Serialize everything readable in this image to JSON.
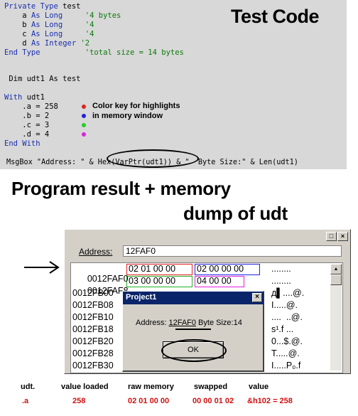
{
  "code": {
    "title": "Test Code",
    "lines": [
      {
        "kw": "Private Type",
        "rest": " test",
        "comment": ""
      },
      {
        "kw": "",
        "rest": "    a ",
        "kw2": "As Long",
        "comment": "     '4 bytes"
      },
      {
        "kw": "",
        "rest": "    b ",
        "kw2": "As Long",
        "comment": "     '4"
      },
      {
        "kw": "",
        "rest": "    c ",
        "kw2": "As Long",
        "comment": "     '4"
      },
      {
        "kw": "",
        "rest": "    d ",
        "kw2": "As Integer",
        "comment": " '2"
      },
      {
        "kw": "End Type",
        "rest": "",
        "comment": "          'total size = 14 bytes"
      }
    ],
    "dim_line": " Dim udt1 As test",
    "with_kw": "With",
    "with_rest": " udt1",
    "assignments": [
      "    .a = 258",
      "    .b = 2",
      "    .c = 3",
      "    .d = 4"
    ],
    "end_with": "End With",
    "msgbox_line": "MsgBox \"Address: \" & Hex(VarPtr(udt1)) & \"  Byte Size:\" & Len(udt1)",
    "legend_line1": "Color key for highlights",
    "legend_line2": "in memory window",
    "dot_colors": [
      "#e02020",
      "#2020e0",
      "#20d020",
      "#e020e0"
    ]
  },
  "headline": {
    "line1": "Program result + memory",
    "line2": "dump of udt"
  },
  "memory_window": {
    "address_label": "Address:",
    "address_value": "12FAF0",
    "rows": [
      {
        "addr": "0012FAF0",
        "hex1": "02 01 00 00",
        "hex2": "02 00 00 00",
        "ascii": "........"
      },
      {
        "addr": "0012FAF8",
        "hex1": "03 00 00 00",
        "hex2": "04 00 00",
        "ascii": "........"
      },
      {
        "addr": "0012FB00",
        "hex1": "",
        "hex2": "",
        "ascii": "д▌....@."
      },
      {
        "addr": "0012FB08",
        "hex1": "",
        "hex2": "",
        "ascii": "I.....@."
      },
      {
        "addr": "0012FB10",
        "hex1": "",
        "hex2": "",
        "ascii": "....  ..@."
      },
      {
        "addr": "0012FB18",
        "hex1": "",
        "hex2": "",
        "ascii": "s¹.f ..."
      },
      {
        "addr": "0012FB20",
        "hex1": "",
        "hex2": "",
        "ascii": "0...$.@."
      },
      {
        "addr": "0012FB28",
        "hex1": "",
        "hex2": "",
        "ascii": "T.....@."
      },
      {
        "addr": "0012FB30",
        "hex1": "",
        "hex2": "",
        "ascii": "I.....P₀.f"
      }
    ],
    "highlight_colors": {
      "a": "#e02020",
      "b": "#2020e0",
      "c": "#20b020",
      "d": "#e020e0"
    }
  },
  "dialog": {
    "title": "Project1",
    "close": "×",
    "message_prefix": "Address: ",
    "message_addr": "12FAF0",
    "message_suffix": "  Byte Size:14",
    "ok_label": "OK"
  },
  "table": {
    "headers": [
      "udt.",
      "value loaded",
      "raw memory",
      "swapped",
      "value"
    ],
    "row": [
      ".a",
      "258",
      "02 01 00 00",
      "00 00 01 02",
      "&h102 = 258"
    ]
  }
}
